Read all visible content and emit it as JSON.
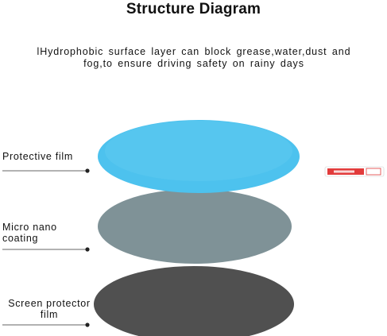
{
  "diagram": {
    "title": "Structure Diagram",
    "description": "lHydrophobic surface layer can block grease,water,dust and fog,to ensure driving safety on rainy days",
    "layers": [
      {
        "label_lines": [
          "Protective film"
        ],
        "color": "#4dc2ee"
      },
      {
        "label_lines": [
          "Micro nano",
          "coating"
        ],
        "color": "#7f9297"
      },
      {
        "label_lines": [
          "Screen protector",
          "film"
        ],
        "color": "#505050"
      }
    ],
    "tab_color": "#e23b3b"
  }
}
